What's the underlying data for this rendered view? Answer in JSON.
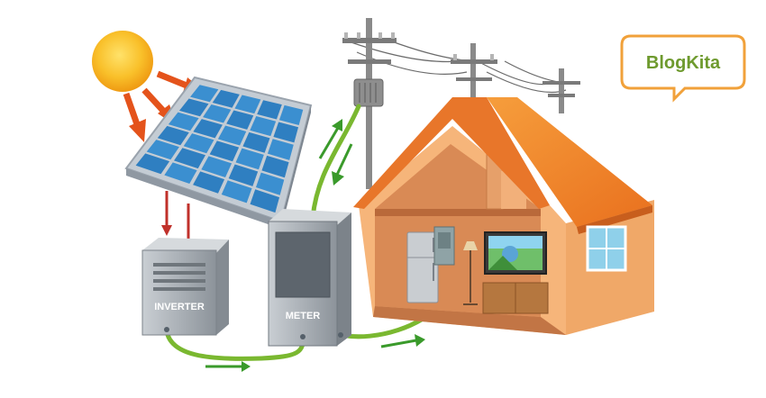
{
  "labels": {
    "inverter": "INVERTER",
    "meter": "METER"
  },
  "logo": {
    "text": "BlogKita"
  },
  "colors": {
    "sun": "#f7b21d",
    "sun_rays": "#e4531b",
    "panel_cells": "#2f7fc1",
    "panel_frame": "#b9c2cc",
    "wire": "#7ab830",
    "arrow_green": "#3a9a2b",
    "arrow_red": "#c0312b",
    "roof": "#f2862b",
    "wall": "#f6b57a",
    "interior": "#d98a55",
    "box_gray": "#9aa1a8",
    "logo_green": "#6e9a2e",
    "logo_orange": "#f1a13a"
  }
}
